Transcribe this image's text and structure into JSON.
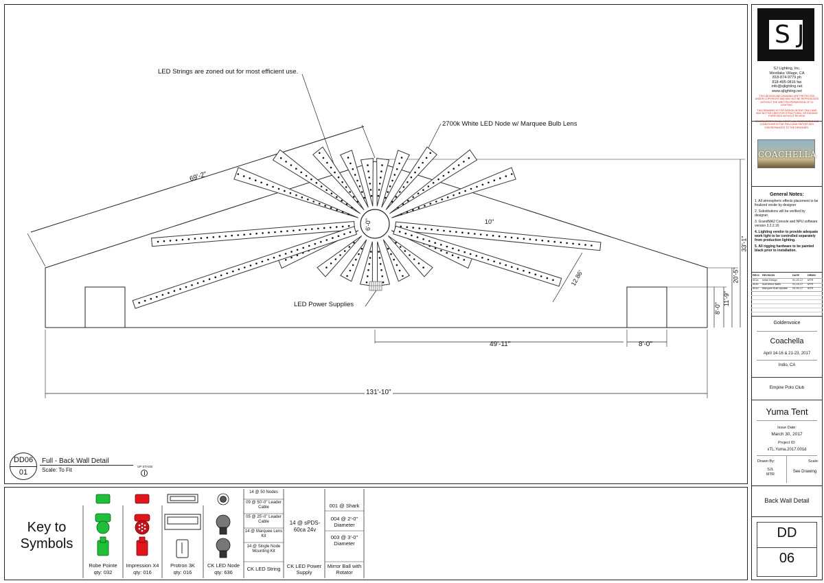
{
  "drawing": {
    "annotation_zones": "LED Strings are zoned out for most efficient use.",
    "annotation_node": "2700k White LED Node w/ Marquee Bulb Lens",
    "annotation_supplies": "LED Power Supplies",
    "dim_roof": "69'-2\"",
    "dim_center": "6'-0\"",
    "dim_angle": "10\"",
    "dim_strip": "12.86'",
    "dim_total_height": "33'-1\"",
    "dim_wall_height": "20'-5\"",
    "dim_door_outer": "11'-9\"",
    "dim_door": "8'-0\"",
    "dim_span": "49'-11\"",
    "dim_door_width": "8'-0\"",
    "dim_overall": "131'-10\""
  },
  "detail_label": {
    "code": "DD06",
    "num": "01",
    "title": "Full - Back Wall Detail",
    "scale": "Scale: To Fit",
    "upstage": "UP STAGE"
  },
  "title_block": {
    "logo_letters": "SJ",
    "company": [
      "SJ Lighting, Inc.",
      "Westlake Village, CA",
      "818-874-9779 ph",
      "818-495-0816 fax",
      "info@sjlighting.net",
      "www.sjlighting.net"
    ],
    "disclaimers": [
      "THIS DESIGN AND DRAWING ARE PROTECTED UNDER COPYRIGHT AND MAY NOT BE REPRODUCED WITHOUT THE WRITTEN PERMISSION OF SJ LIGHTING.",
      "THIS DRAWING IS FOR DESIGN INTENT ONLY AND MAY NOT BE USED FOR STRUCTURAL OR RIGGING PURPOSES WITHOUT REVIEW.",
      "CONTRACTORS SHALL VERIFY ALL DIMENSIONS AND CONDITIONS IN THE FIELD AND REPORT ANY DISCREPANCIES TO THE DESIGNER."
    ],
    "client_logo": "COACHELLA",
    "notes_title": "General Notes:",
    "notes": [
      "1. All atmospheric effects placement to be finalized onsite by designer",
      "2. Substitutions will be verified by designer.",
      "3. GrandMA2 Console and NPU software version 3.2.2.16",
      "4. Lighting vendor to provide adequate work light to be controlled separately from production lighting.",
      "5. All rigging hardware to be painted black prior to installation."
    ],
    "revision_headers": [
      "REV#",
      "REVISION",
      "DATE",
      "DRWN"
    ],
    "revisions": [
      [
        "001a",
        "Initial Design",
        "01-20-17",
        "MTR"
      ],
      [
        "001b",
        "Add Mirror Balls",
        "01-24-17",
        "MTR"
      ],
      [
        "001d",
        "Marquee Bulb Update",
        "03-30-17",
        "MTR"
      ]
    ],
    "producer": "Goldenvoice",
    "event": "Coachella",
    "dates": "April 14-16 & 21-23, 2017",
    "location": "Indio, CA",
    "venue": "Empire Polo Club",
    "stage": "Yuma Tent",
    "issue_label": "Issue Date:",
    "issue_date": "March 30, 2017",
    "project_label": "Project ID:",
    "project_id": "xTL.Yuma.2017.001d",
    "drawn_label": "Drawn By:",
    "drawn_by": [
      "SJL",
      "MTR"
    ],
    "scale_label": "Scale:",
    "scale_value": "See Drawing",
    "sheet_title": "Back Wall Detail",
    "sheet_code": "DD",
    "sheet_num": "06"
  },
  "key": {
    "title_line1": "Key to",
    "title_line2": "Symbols",
    "fixtures": [
      {
        "name": "Robe Pointe",
        "qty": "qty: 032",
        "color": "#1fbf3a"
      },
      {
        "name": "Impression X4",
        "qty": "qty: 016",
        "color": "#e0161c"
      },
      {
        "name": "Protron 3K",
        "qty": "qty: 016",
        "color": "#222222"
      },
      {
        "name": "CK LED Node",
        "qty": "qty: 636",
        "color": "#555555"
      }
    ],
    "led_string_items": [
      "14 @ 50 Nodes",
      "09 @ 50'-0\" Leader Cable",
      "05 @ 25'-0\" Leader Cable",
      "14 @ Marquee Lens Kit",
      "14 @ Single Node Mounting Kit"
    ],
    "led_string_label": "CK LED String",
    "power_item": "14 @ sPDS-60ca 24v",
    "power_label": "CK LED Power Supply",
    "mirror_items": [
      "001 @ Shark",
      "004 @ 2'-0\" Diameter",
      "003 @ 3'-0\" Diameter"
    ],
    "mirror_label": "Mirror Ball with Rotator"
  }
}
